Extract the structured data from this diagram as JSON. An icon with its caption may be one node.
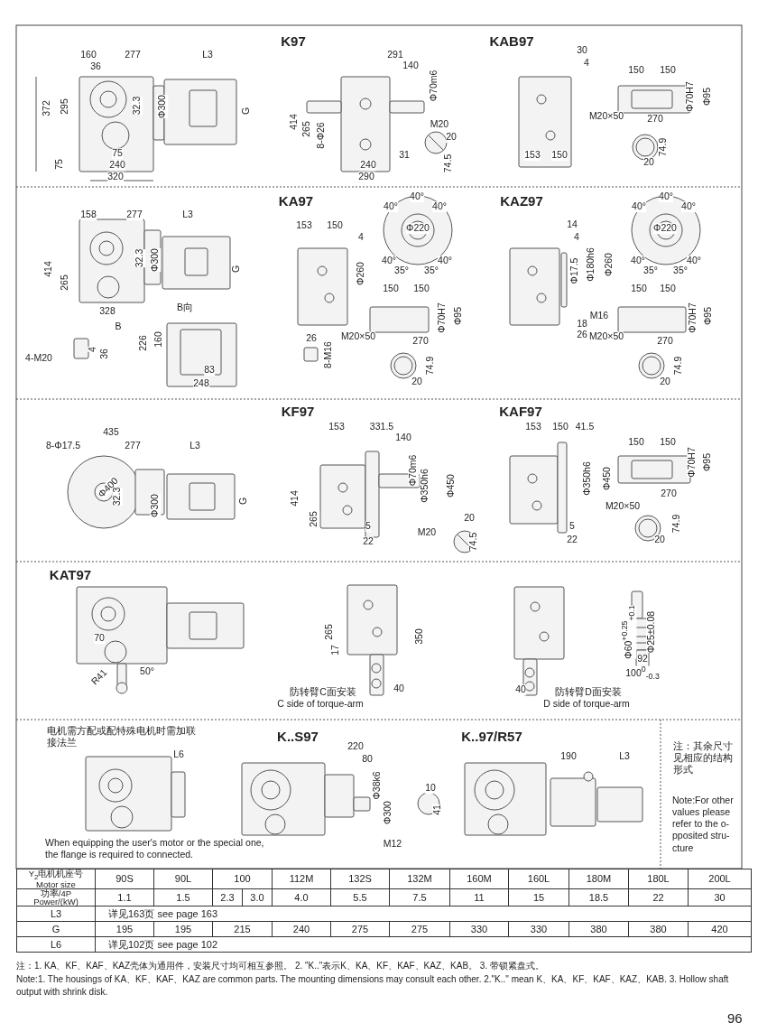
{
  "diagram": {
    "labels": [
      "K97",
      "KAB97",
      "160",
      "277",
      "L3",
      "36",
      "372",
      "295",
      "32.3",
      "Φ300",
      "G",
      "75",
      "75",
      "240",
      "320",
      "291",
      "140",
      "Φ70m6",
      "414",
      "265",
      "8-Φ26",
      "M20",
      "20",
      "31",
      "240",
      "74.5",
      "290",
      "30",
      "4",
      "150",
      "150",
      "Φ70H7",
      "Φ95",
      "M20×50",
      "270",
      "74.9",
      "20",
      "153",
      "150",
      "KA97",
      "KAZ97",
      "158",
      "277",
      "L3",
      "414",
      "265",
      "32.3",
      "Φ300",
      "G",
      "328",
      "B向",
      "B",
      "4-M20",
      "4",
      "36",
      "226",
      "160",
      "83",
      "248",
      "153",
      "150",
      "4",
      "Φ260",
      "40°",
      "40°",
      "40°",
      "Φ220",
      "40°",
      "35°",
      "35°",
      "40°",
      "150",
      "150",
      "M20×50",
      "270",
      "Φ70H7",
      "Φ95",
      "26",
      "8-M16",
      "74.9",
      "20",
      "14",
      "4",
      "Φ17.5",
      "Φ180h6",
      "Φ260",
      "M16",
      "18",
      "26",
      "40°",
      "40°",
      "40°",
      "Φ220",
      "40°",
      "35°",
      "35°",
      "40°",
      "150",
      "150",
      "M20×50",
      "270",
      "Φ70H7",
      "Φ95",
      "74.9",
      "20",
      "KF97",
      "KAF97",
      "435",
      "8-Φ17.5",
      "277",
      "L3",
      "Φ400",
      "32.3",
      "Φ300",
      "G",
      "153",
      "331.5",
      "140",
      "Φ70m6",
      "Φ350h6",
      "Φ450",
      "414",
      "265",
      "20",
      "5",
      "M20",
      "22",
      "74.5",
      "153",
      "150",
      "41.5",
      "Φ350h6",
      "Φ450",
      "5",
      "22",
      "150",
      "150",
      "Φ70H7",
      "Φ95",
      "270",
      "M20×50",
      "74.9",
      "20",
      "KAT97",
      "70",
      "50°",
      "R41",
      "265",
      "17",
      "350",
      "40",
      "防转臂C面安装",
      "C side of torque-arm",
      "40",
      "防转臂D面安装",
      "D side of torque-arm",
      "Φ60$^{+0.25}$$_{+0.1}$",
      "Φ25±0.08",
      "92",
      "100$^{0}$$_{-0.3}$",
      "电机需方配或配特殊电机时需加联接法兰",
      "K..S97",
      "K..97/R57",
      "L6",
      "When equipping the user's motor or the special one, the flange is required to connected.",
      "220",
      "80",
      "Φ38k6",
      "Φ300",
      "10",
      "41",
      "M12",
      "190",
      "L3",
      "注：其余尺寸见相应的结构形式",
      "Note:For other values please refer to the o-pposited stru-cture",
      "Y$_{2}$电机机座号 Motor size",
      "90S",
      "90L",
      "100",
      "112M",
      "132S",
      "132M",
      "160M",
      "160L",
      "180M",
      "180L",
      "200L",
      "功率/4P Power/(kW)",
      "1.1",
      "1.5",
      "2.3",
      "3.0",
      "4.0",
      "5.5",
      "7.5",
      "11",
      "15",
      "18.5",
      "22",
      "30",
      "L3",
      "详见163页 see page 163",
      "G",
      "195",
      "195",
      "215",
      "240",
      "275",
      "275",
      "330",
      "330",
      "380",
      "380",
      "420",
      "L6",
      "详见102页 see page 102",
      "注：1. KA、KF、KAF、KAZ壳体为通用件，安装尺寸均可相互参照。 2. \"K..\"表示K、KA、KF、KAF、KAZ、KAB。 3. 带锁紧盘式。",
      "Note:1. The housings of KA、KF、KAF、KAZ are common parts. The mounting dimensions may consult each other. 2.\"K..\" mean K、KA、KF、KAF、KAZ、KAB. 3. Hollow shaft output with shrink disk.",
      "96"
    ]
  }
}
